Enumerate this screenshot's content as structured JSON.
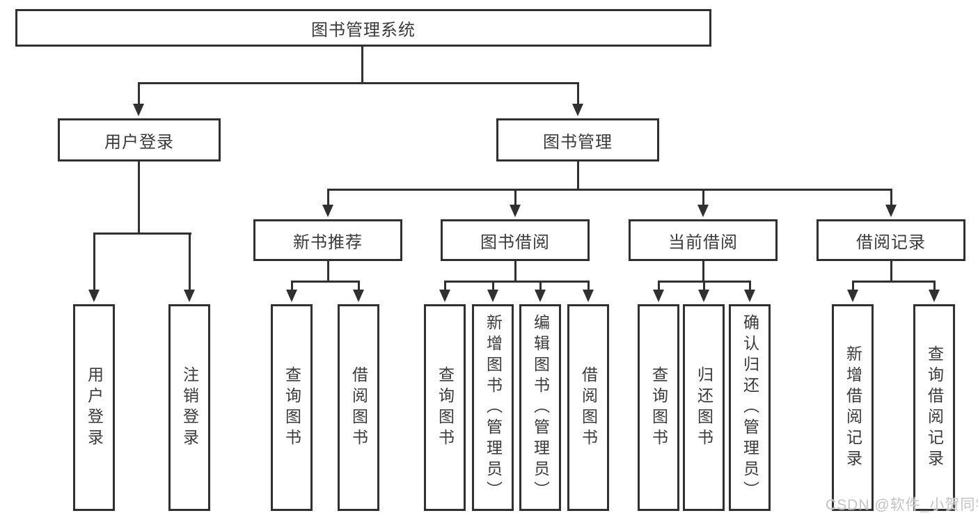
{
  "colors": {
    "line": "#303030",
    "text": "#3a3a3a",
    "box_bg": "#ffffff",
    "watermark": "#c3c3c3"
  },
  "root": {
    "label": "图书管理系统",
    "children": [
      {
        "label": "用户登录",
        "children": [
          {
            "label": "用户登录"
          },
          {
            "label": "注销登录"
          }
        ]
      },
      {
        "label": "图书管理",
        "children": [
          {
            "label": "新书推荐",
            "children": [
              {
                "label": "查询图书"
              },
              {
                "label": "借阅图书"
              }
            ]
          },
          {
            "label": "图书借阅",
            "children": [
              {
                "label": "查询图书"
              },
              {
                "label": "新增图书（管理员）"
              },
              {
                "label": "编辑图书（管理员）"
              },
              {
                "label": "借阅图书"
              }
            ]
          },
          {
            "label": "当前借阅",
            "children": [
              {
                "label": "查询图书"
              },
              {
                "label": "归还图书"
              },
              {
                "label": "确认归还（管理员）"
              }
            ]
          },
          {
            "label": "借阅记录",
            "children": [
              {
                "label": "新增借阅记录"
              },
              {
                "label": "查询借阅记录"
              }
            ]
          }
        ]
      }
    ]
  },
  "watermark": "CSDN @软件_小贺同学"
}
